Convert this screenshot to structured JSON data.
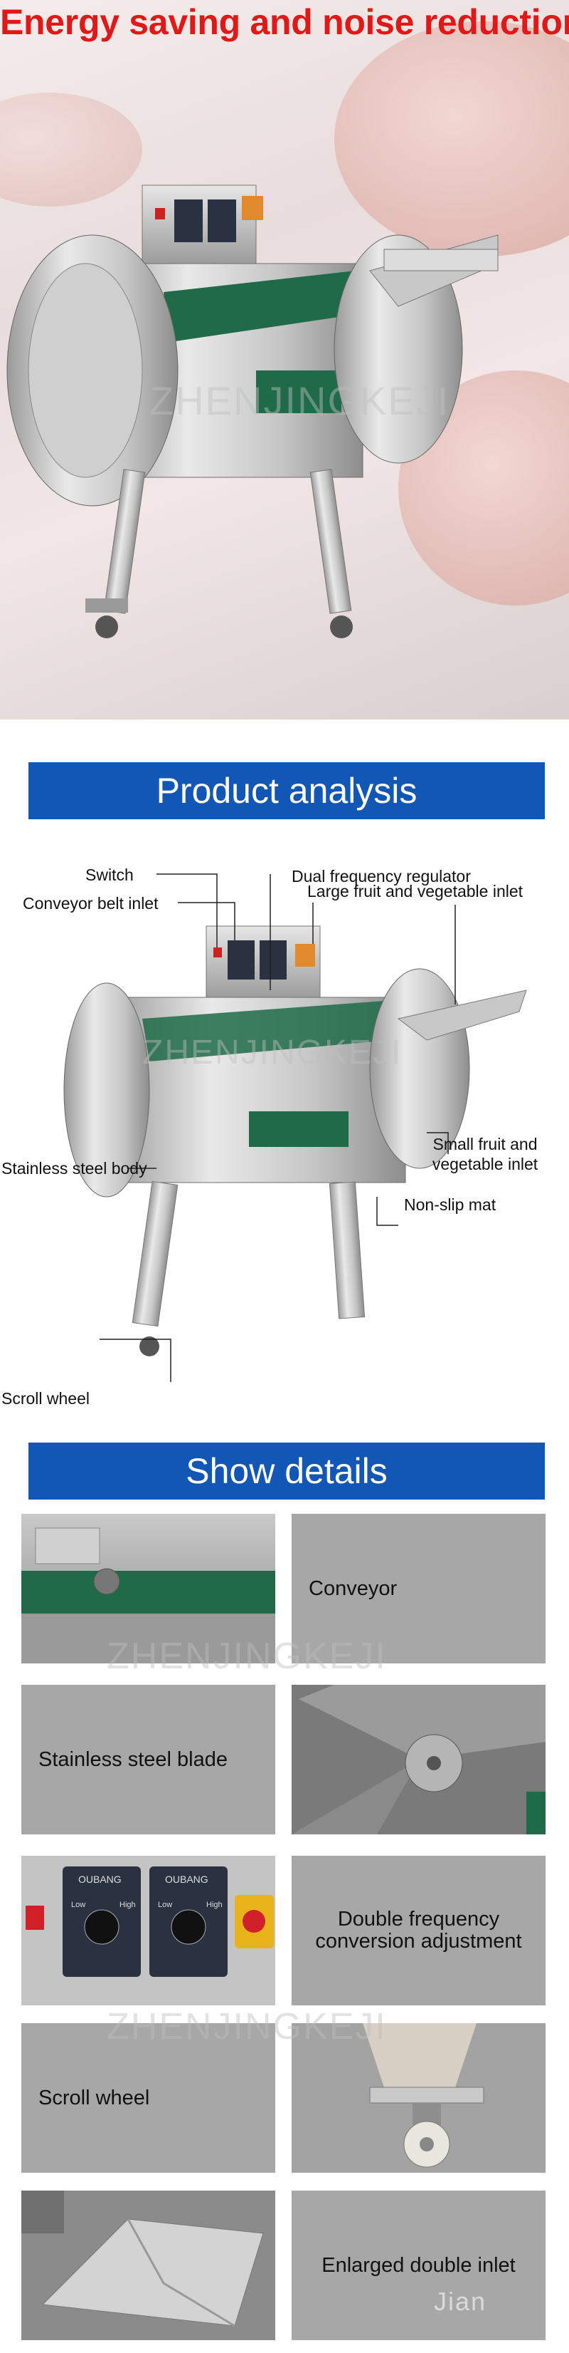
{
  "hero": {
    "title": "Energy saving and noise reduction",
    "watermark": "ZHENJINGKEJI"
  },
  "analysis": {
    "banner": "Product analysis",
    "watermark": "ZHENJINGKEJI",
    "labels": {
      "switch": "Switch",
      "dual_regulator": "Dual frequency regulator",
      "conveyor_inlet": "Conveyor belt inlet",
      "large_inlet": "Large fruit and vegetable inlet",
      "small_inlet": "Small fruit and vegetable inlet",
      "body": "Stainless steel body",
      "mat": "Non-slip mat",
      "wheel": "Scroll wheel"
    }
  },
  "details": {
    "banner": "Show details",
    "watermark1": "ZHENJINGKEJI",
    "watermark2": "ZHENJINGKEJI",
    "watermark3": "Jian",
    "items": [
      {
        "label": "Conveyor"
      },
      {
        "label": "Stainless steel blade"
      },
      {
        "label": "Double frequency conversion adjustment"
      },
      {
        "label": "Scroll wheel"
      },
      {
        "label": "Enlarged double inlet"
      }
    ],
    "panel_brand": "OUBANG",
    "panel_low": "Low",
    "panel_high": "High"
  },
  "colors": {
    "title_red": "#e01818",
    "banner_blue": "#1256b6",
    "text_cell_gray": "#a7a7a7",
    "conveyor_green": "#1f6b49"
  }
}
